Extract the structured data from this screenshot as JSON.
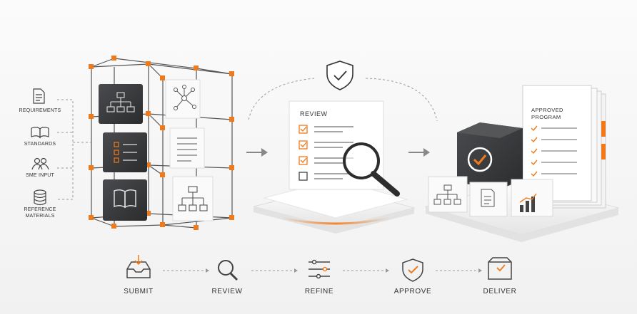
{
  "inputs": [
    {
      "label": "REQUIREMENTS",
      "icon": "document-icon"
    },
    {
      "label": "STANDARDS",
      "icon": "book-icon"
    },
    {
      "label": "SME INPUT",
      "icon": "people-icon"
    },
    {
      "label": "REFERENCE MATERIALS",
      "icon": "database-icon"
    }
  ],
  "review_panel": {
    "title": "REVIEW"
  },
  "output_panel": {
    "title": "APPROVED PROGRAM"
  },
  "steps": [
    {
      "label": "SUBMIT",
      "icon": "inbox-icon"
    },
    {
      "label": "REVIEW",
      "icon": "magnifier-icon"
    },
    {
      "label": "REFINE",
      "icon": "sliders-icon"
    },
    {
      "label": "APPROVE",
      "icon": "shield-check-icon"
    },
    {
      "label": "DELIVER",
      "icon": "box-icon"
    }
  ],
  "colors": {
    "accent": "#f07a1a",
    "dark": "#3a3b3d",
    "line": "#999999"
  }
}
